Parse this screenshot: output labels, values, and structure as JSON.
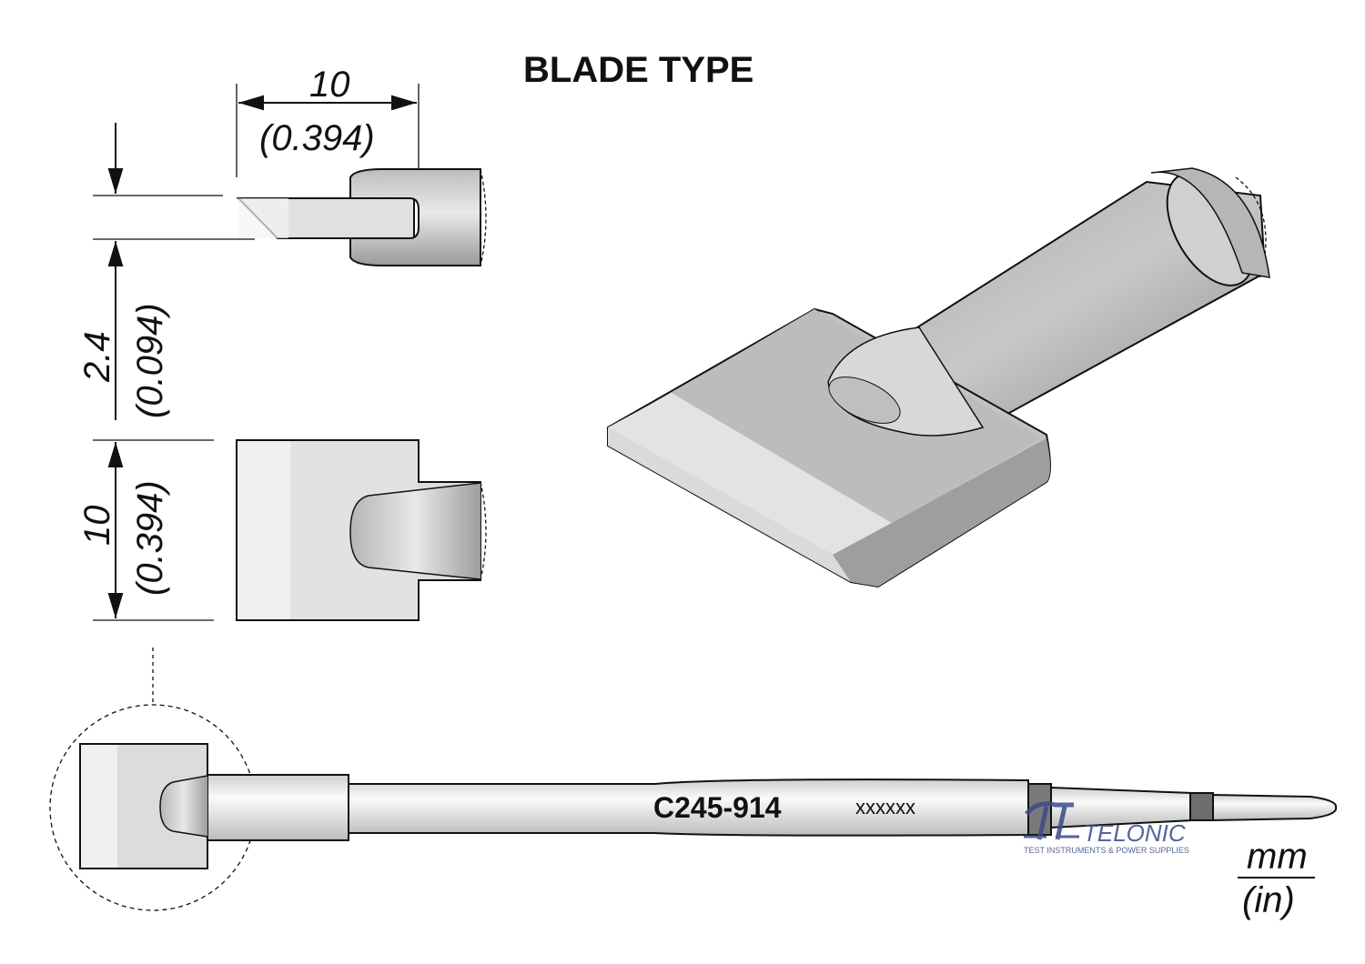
{
  "title": "BLADE TYPE",
  "dimensions": {
    "top_width_mm": "10",
    "top_width_in": "(0.394)",
    "thickness_mm": "2.4",
    "thickness_in": "(0.094)",
    "height_mm": "10",
    "height_in": "(0.394)"
  },
  "part": {
    "code": "C245-914",
    "serial": "xxxxxx"
  },
  "units": {
    "numerator": "mm",
    "denominator": "(in)"
  },
  "watermark": {
    "brand": "TELONIC",
    "tagline": "TEST INSTRUMENTS & POWER SUPPLIES"
  },
  "colors": {
    "body_gray": "#d4d4d4",
    "light_face": "#e4e4e4",
    "dark_face": "#a8a8a8",
    "logo_blue": "#3a4a8a"
  }
}
